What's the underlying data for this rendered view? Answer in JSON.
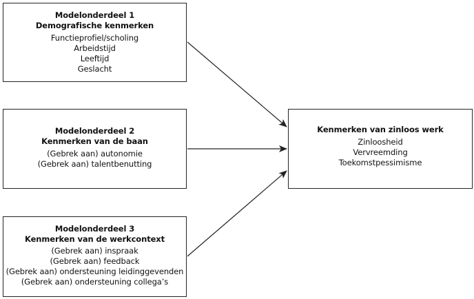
{
  "boxes": [
    {
      "title_line1": "Modelonderdeel 1",
      "title_line2": "Demografische kenmerken",
      "items": [
        "Functieprofiel/scholing",
        "Arbeidstijd",
        "Leeftijd",
        "Geslacht"
      ]
    },
    {
      "title_line1": "Modelonderdeel 2",
      "title_line2": "Kenmerken van de baan",
      "items": [
        "(Gebrek aan) autonomie",
        "(Gebrek aan) talentbenutting"
      ]
    },
    {
      "title_line1": "Modelonderdeel 3",
      "title_line2": "Kenmerken van de werkcontext",
      "items": [
        "(Gebrek aan) inspraak",
        "(Gebrek aan) feedback",
        "(Gebrek aan) ondersteuning leidinggevenden",
        "(Gebrek aan) ondersteuning collega’s"
      ]
    }
  ],
  "outcome": {
    "title": "Kenmerken van zinloos werk",
    "items": [
      "Zinloosheid",
      "Vervreemding",
      "Toekomstpessimisme"
    ]
  },
  "colors": {
    "line": "#222222",
    "text": "#111111"
  }
}
